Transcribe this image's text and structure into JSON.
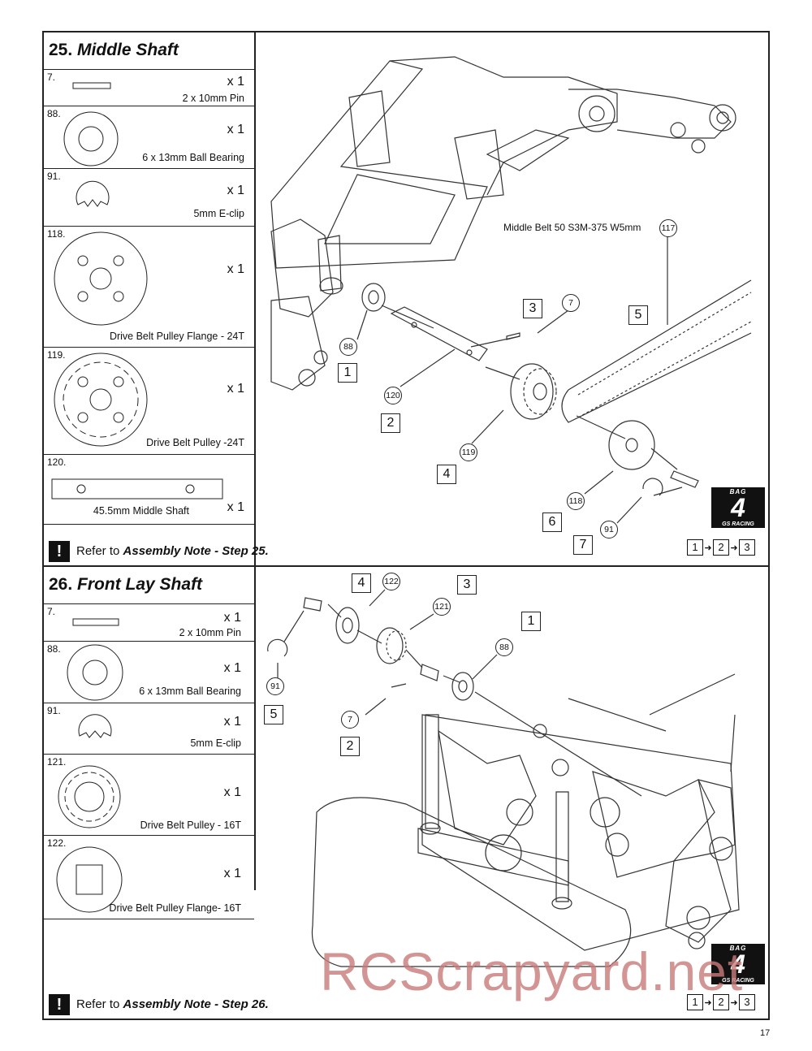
{
  "step25": {
    "number": "25.",
    "name": "Middle Shaft",
    "parts": [
      {
        "id": "7.",
        "qty": "x 1",
        "desc": "2 x 10mm Pin",
        "icon": "pin-icon"
      },
      {
        "id": "88.",
        "qty": "x 1",
        "desc": "6 x 13mm Ball Bearing",
        "icon": "ball-bearing-icon"
      },
      {
        "id": "91.",
        "qty": "x 1",
        "desc": "5mm E-clip",
        "icon": "e-clip-icon"
      },
      {
        "id": "118.",
        "qty": "x 1",
        "desc": "Drive Belt Pulley Flange - 24T",
        "icon": "pulley-flange-icon"
      },
      {
        "id": "119.",
        "qty": "x 1",
        "desc": "Drive Belt Pulley -24T",
        "icon": "pulley-icon"
      },
      {
        "id": "120.",
        "qty": "x 1",
        "desc": "45.5mm Middle Shaft",
        "icon": "shaft-icon"
      }
    ],
    "note_prefix": "Refer to ",
    "note_ref": "Assembly Note - Step 25.",
    "belt_label": "Middle Belt 50 S3M-375 W5mm",
    "callouts": [
      "117",
      "7",
      "88",
      "120",
      "119",
      "118",
      "91"
    ],
    "steps": [
      "3",
      "5",
      "1",
      "2",
      "4",
      "6",
      "7"
    ]
  },
  "step26": {
    "number": "26.",
    "name": "Front Lay Shaft",
    "parts": [
      {
        "id": "7.",
        "qty": "x 1",
        "desc": "2 x 10mm Pin",
        "icon": "pin-icon"
      },
      {
        "id": "88.",
        "qty": "x 1",
        "desc": "6 x 13mm Ball Bearing",
        "icon": "ball-bearing-icon"
      },
      {
        "id": "91.",
        "qty": "x 1",
        "desc": "5mm E-clip",
        "icon": "e-clip-icon"
      },
      {
        "id": "121.",
        "qty": "x 1",
        "desc": "Drive Belt Pulley - 16T",
        "icon": "pulley-icon"
      },
      {
        "id": "122.",
        "qty": "x 1",
        "desc": "Drive Belt Pulley Flange- 16T",
        "icon": "pulley-flange-icon"
      }
    ],
    "note_prefix": "Refer to ",
    "note_ref": "Assembly Note - Step 26.",
    "callouts": [
      "122",
      "121",
      "88",
      "91",
      "7"
    ],
    "steps": [
      "4",
      "3",
      "1",
      "5",
      "2"
    ]
  },
  "bag": {
    "label": "BAG",
    "number": "4",
    "brand": "GS RACING",
    "sequence": [
      "1",
      "2",
      "3"
    ]
  },
  "warning_glyph": "!",
  "page_number": "17",
  "watermark": "RCScrapyard.net"
}
